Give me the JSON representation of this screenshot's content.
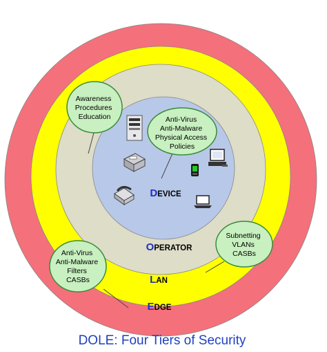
{
  "colors": {
    "edge_ring": "#f4707a",
    "lan_ring": "#ffff00",
    "operator_ring": "#ddddc8",
    "device_core": "#b8c8e8",
    "callout_fill": "#c8f0c0",
    "callout_stroke": "#3a8a3a",
    "accent_letter": "#1f2fbf",
    "caption": "#1f3fbf"
  },
  "tiers": {
    "device": {
      "first": "D",
      "rest": "EVICE"
    },
    "operator": {
      "first": "O",
      "rest": "PERATOR"
    },
    "lan": {
      "first": "L",
      "rest": "AN"
    },
    "edge": {
      "first": "E",
      "rest": "DGE"
    }
  },
  "callouts": {
    "operator": [
      "Awareness",
      "Procedures",
      "Education"
    ],
    "device": [
      "Anti-Virus",
      "Anti-Malware",
      "Physical Access",
      "Policies"
    ],
    "lan": [
      "Subnetting",
      "VLANs",
      "CASBs"
    ],
    "edge": [
      "Anti-Virus",
      "Anti-Malware",
      "Filters",
      "CASBs"
    ]
  },
  "icons": [
    "server-icon",
    "printer-icon",
    "desktop-computer-icon",
    "mobile-phone-icon",
    "telephone-icon",
    "laptop-icon"
  ],
  "caption": "DOLE: Four Tiers of Security"
}
